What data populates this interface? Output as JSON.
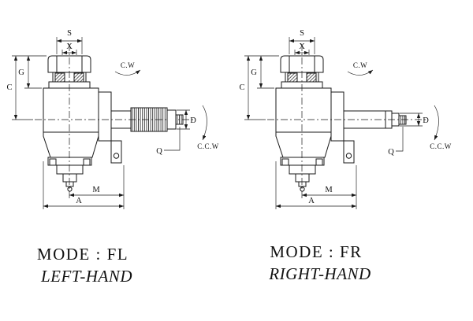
{
  "dimension_labels": {
    "S": "S",
    "X": "X",
    "G": "G",
    "C": "C",
    "D": "D",
    "Q": "Q",
    "M": "M",
    "A": "A"
  },
  "rotation_labels": {
    "cw": "C.W",
    "ccw": "C.C.W"
  },
  "figures": [
    {
      "mode": "MODE : FL",
      "hand": "LEFT-HAND"
    },
    {
      "mode": "MODE : FR",
      "hand": "RIGHT-HAND"
    }
  ]
}
